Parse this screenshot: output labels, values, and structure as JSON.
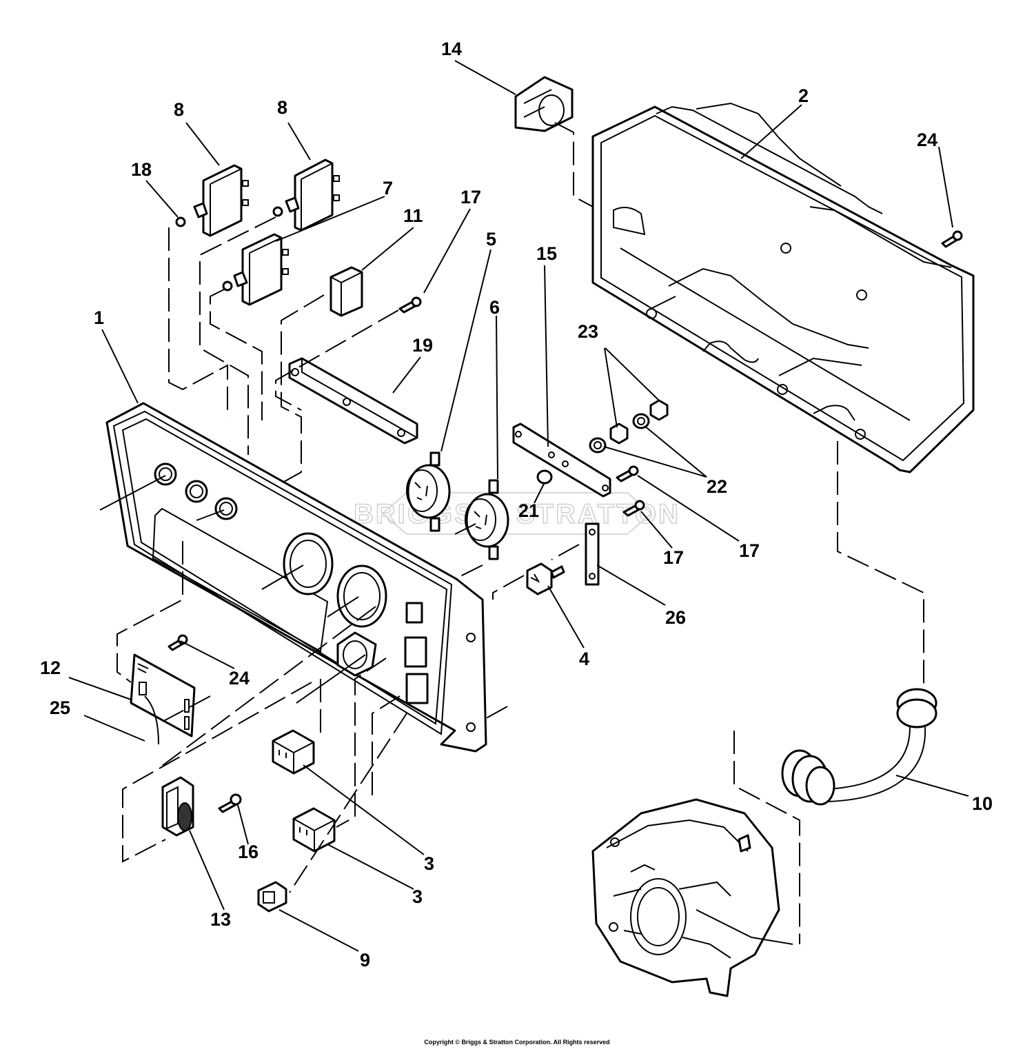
{
  "watermark": "BRIGGS & STRATTON",
  "copyright": "Copyright © Briggs & Stratton Corporation. All Rights reserved",
  "callouts": [
    {
      "label": "14"
    },
    {
      "label": "2"
    },
    {
      "label": "24"
    },
    {
      "label": "8"
    },
    {
      "label": "8"
    },
    {
      "label": "18"
    },
    {
      "label": "7"
    },
    {
      "label": "17"
    },
    {
      "label": "11"
    },
    {
      "label": "5"
    },
    {
      "label": "15"
    },
    {
      "label": "6"
    },
    {
      "label": "1"
    },
    {
      "label": "19"
    },
    {
      "label": "23"
    },
    {
      "label": "22"
    },
    {
      "label": "21"
    },
    {
      "label": "17"
    },
    {
      "label": "17"
    },
    {
      "label": "26"
    },
    {
      "label": "4"
    },
    {
      "label": "12"
    },
    {
      "label": "24"
    },
    {
      "label": "25"
    },
    {
      "label": "10"
    },
    {
      "label": "3"
    },
    {
      "label": "16"
    },
    {
      "label": "3"
    },
    {
      "label": "13"
    },
    {
      "label": "9"
    }
  ]
}
